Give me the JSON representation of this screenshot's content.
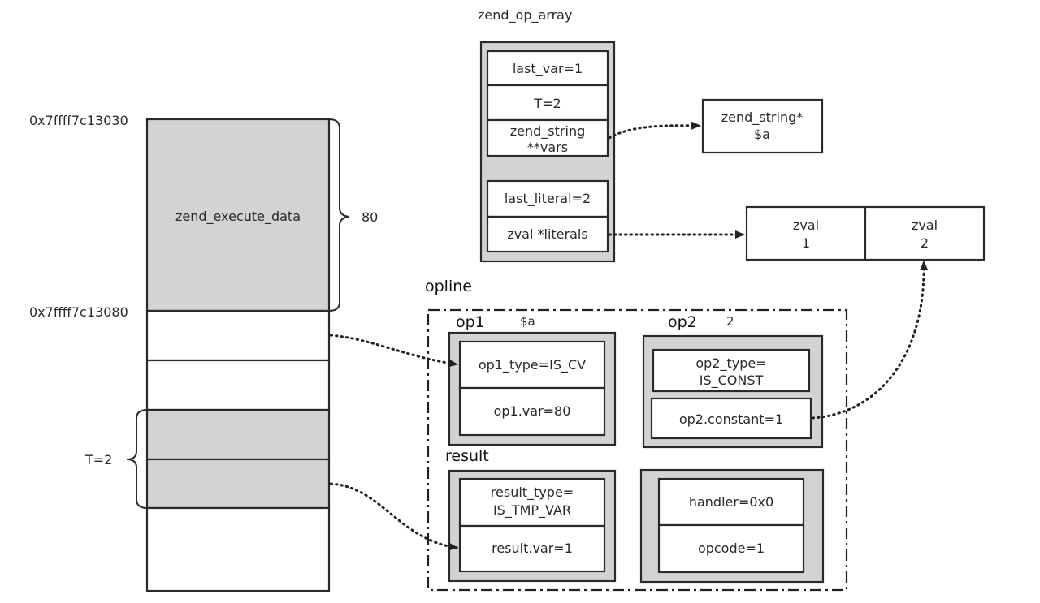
{
  "stack": {
    "addr_top": "0x7ffff7c13030",
    "addr_mid": "0x7ffff7c13080",
    "execute_data_label": "zend_execute_data",
    "execute_data_size": "80",
    "tmp_label": "T=2"
  },
  "op_array": {
    "title": "zend_op_array",
    "fields": [
      "last_var=1",
      "T=2",
      "zend_string",
      "**vars"
    ],
    "literal_fields": [
      "last_literal=2",
      "zval *literals"
    ]
  },
  "zend_string": {
    "line1": "zend_string*",
    "line2": "$a"
  },
  "zvals": [
    {
      "line1": "zval",
      "line2": "1"
    },
    {
      "line1": "zval",
      "line2": "2"
    }
  ],
  "opline": {
    "title": "opline",
    "op1": {
      "label": "op1",
      "value": "$a",
      "type": "op1_type=IS_CV",
      "var": "op1.var=80"
    },
    "op2": {
      "label": "op2",
      "value": "2",
      "type_line1": "op2_type=",
      "type_line2": "IS_CONST",
      "constant": "op2.constant=1"
    },
    "result": {
      "label": "result",
      "type_line1": "result_type=",
      "type_line2": "IS_TMP_VAR",
      "var": "result.var=1"
    },
    "misc": {
      "handler": "handler=0x0",
      "opcode": "opcode=1"
    }
  }
}
